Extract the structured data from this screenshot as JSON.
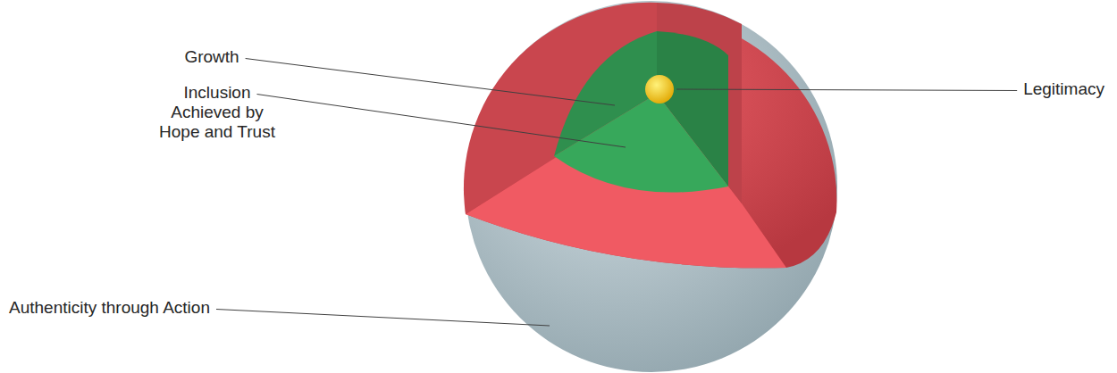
{
  "diagram": {
    "labels": [
      "Growth",
      "Inclusion Achieved by Hope and Trust",
      "Authenticity through Action",
      "Legitimacy"
    ]
  }
}
